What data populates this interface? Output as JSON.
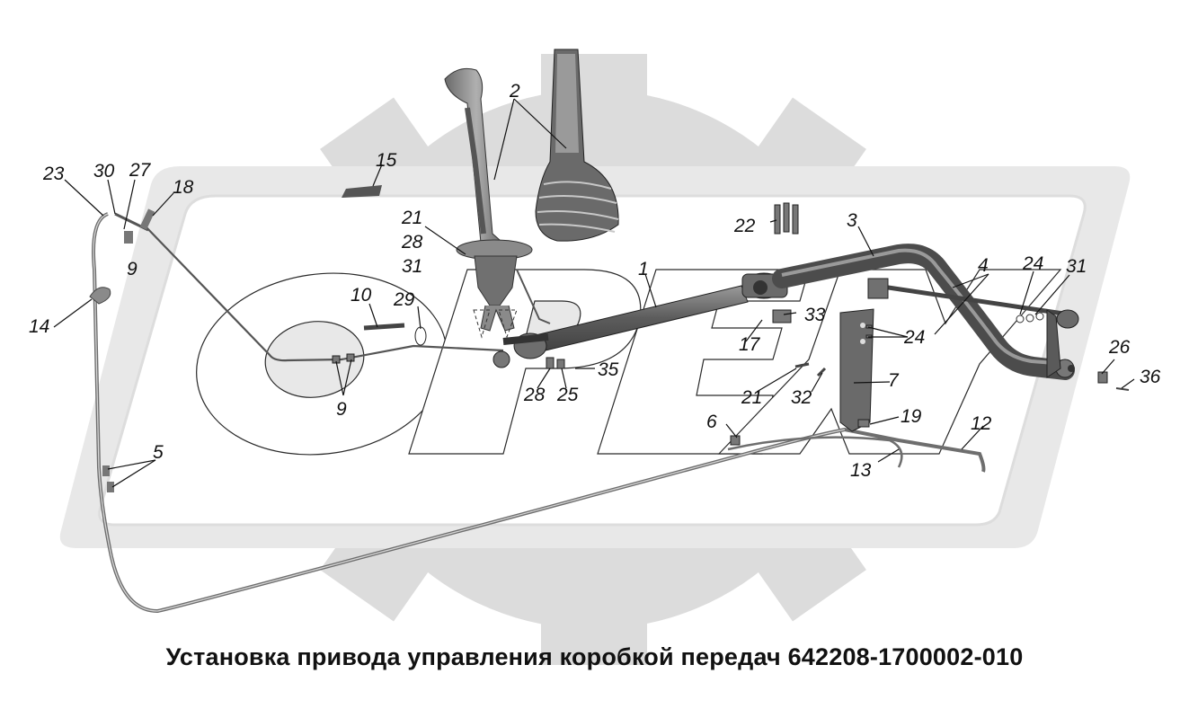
{
  "caption": "Установка привода управления коробкой передач 642208-1700002-010",
  "watermark": {
    "letters": "OPEX",
    "color_light": "#e6e6e6",
    "color_mid": "#d2d2d2"
  },
  "colors": {
    "part_dark": "#5a5a5a",
    "part_mid": "#8a8a8a",
    "part_light": "#b9b9b9",
    "line": "#111111"
  },
  "callouts": [
    {
      "id": "c1",
      "text": "1"
    },
    {
      "id": "c2",
      "text": "2"
    },
    {
      "id": "c3",
      "text": "3"
    },
    {
      "id": "c4",
      "text": "4"
    },
    {
      "id": "c5",
      "text": "5"
    },
    {
      "id": "c6",
      "text": "6"
    },
    {
      "id": "c7",
      "text": "7"
    },
    {
      "id": "c9a",
      "text": "9"
    },
    {
      "id": "c9b",
      "text": "9"
    },
    {
      "id": "c10",
      "text": "10"
    },
    {
      "id": "c12",
      "text": "12"
    },
    {
      "id": "c13",
      "text": "13"
    },
    {
      "id": "c14",
      "text": "14"
    },
    {
      "id": "c15",
      "text": "15"
    },
    {
      "id": "c17",
      "text": "17"
    },
    {
      "id": "c18",
      "text": "18"
    },
    {
      "id": "c19",
      "text": "19"
    },
    {
      "id": "c21a",
      "text": "21"
    },
    {
      "id": "c21b",
      "text": "21"
    },
    {
      "id": "c22",
      "text": "22"
    },
    {
      "id": "c23",
      "text": "23"
    },
    {
      "id": "c24a",
      "text": "24"
    },
    {
      "id": "c24b",
      "text": "24"
    },
    {
      "id": "c25",
      "text": "25"
    },
    {
      "id": "c26",
      "text": "26"
    },
    {
      "id": "c27",
      "text": "27"
    },
    {
      "id": "c28a",
      "text": "28"
    },
    {
      "id": "c28b",
      "text": "28"
    },
    {
      "id": "c29",
      "text": "29"
    },
    {
      "id": "c30",
      "text": "30"
    },
    {
      "id": "c31a",
      "text": "31"
    },
    {
      "id": "c31b",
      "text": "31"
    },
    {
      "id": "c32",
      "text": "32"
    },
    {
      "id": "c33",
      "text": "33"
    },
    {
      "id": "c35",
      "text": "35"
    },
    {
      "id": "c36",
      "text": "36"
    }
  ]
}
